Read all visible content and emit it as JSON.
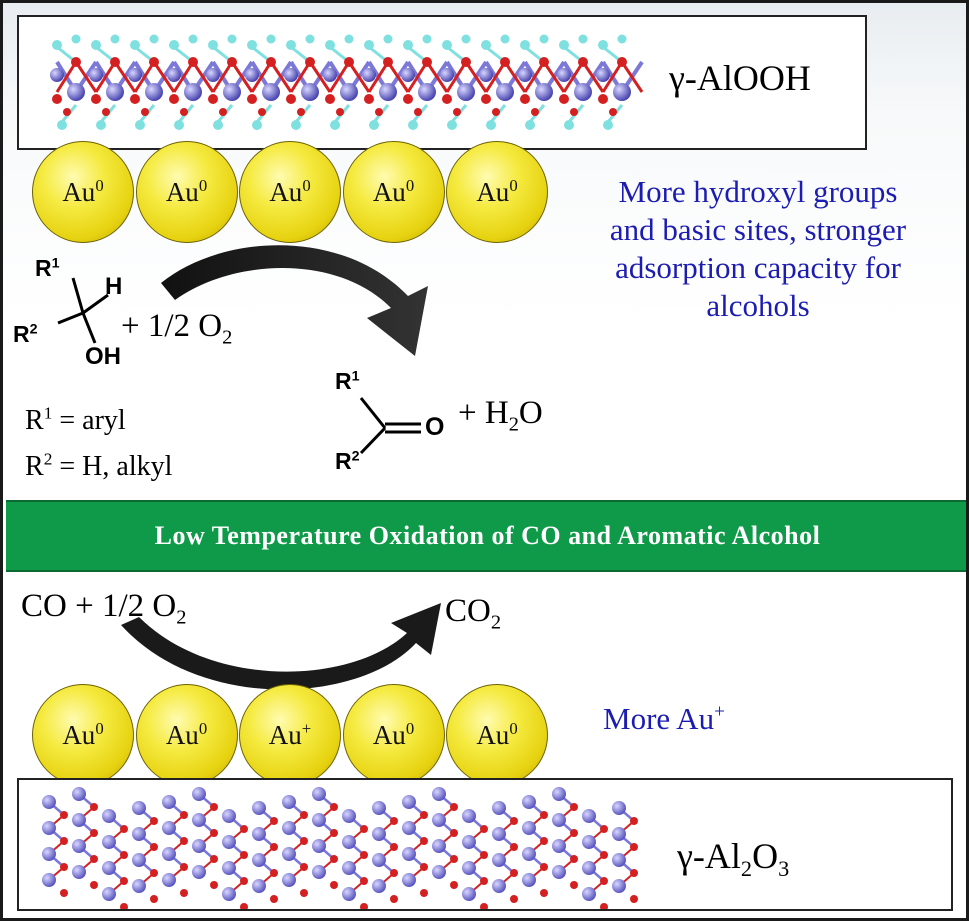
{
  "top": {
    "material_label": "γ-AlOOH",
    "spheres": [
      "Au0",
      "Au0",
      "Au0",
      "Au0",
      "Au0"
    ],
    "note": [
      "More hydroxyl groups",
      "and basic sites, stronger",
      "adsorption capacity for",
      "alcohols"
    ],
    "reactant": {
      "r1": "R1",
      "r2": "R2",
      "h": "H",
      "oh": "OH",
      "plus_o2": "+ 1/2 O2"
    },
    "product": {
      "r1": "R1",
      "r2": "R2",
      "o": "O",
      "plus_h2o": "+ H2O"
    },
    "substituents": [
      "R1 = aryl",
      "R2 = H, alkyl"
    ]
  },
  "banner": {
    "text": "Low Temperature Oxidation of CO and Aromatic Alcohol",
    "color": "#0e9a48"
  },
  "bottom": {
    "reactant": "CO + 1/2 O2",
    "product": "CO2",
    "spheres": [
      "Au0",
      "Au0",
      "Au+",
      "Au0",
      "Au0"
    ],
    "note": "More Au+",
    "material_label": "γ-Al2O3"
  },
  "colors": {
    "gold": "#f0e020",
    "note_text": "#1c1cb0",
    "al_atom": "#7b78d8",
    "o_atom": "#d42020",
    "h_atom": "#7fe0e0"
  }
}
